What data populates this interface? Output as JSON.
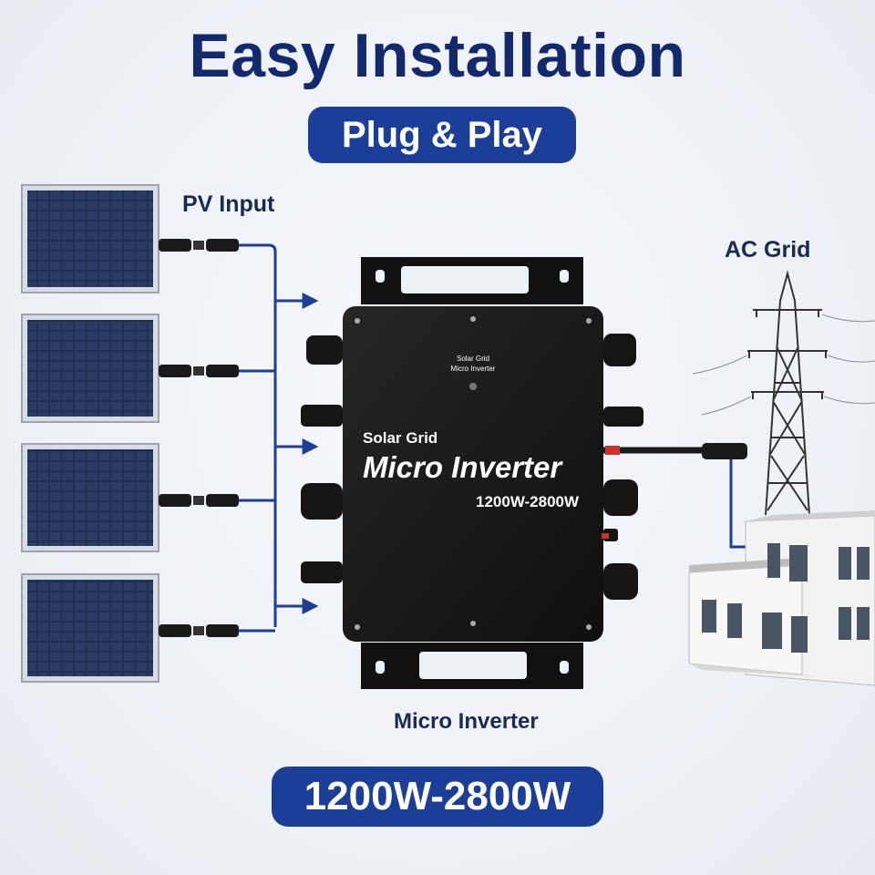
{
  "header": {
    "title": "Easy Installation",
    "subtitle_badge": "Plug & Play"
  },
  "labels": {
    "pv_input": "PV Input",
    "ac_grid": "AC Grid",
    "micro_inverter": "Micro Inverter"
  },
  "device": {
    "small_label_line1": "Solar Grid",
    "small_label_line2": "Micro Inverter",
    "brand_line": "Solar Grid",
    "model_name": "Micro Inverter",
    "power_range": "1200W-2800W"
  },
  "footer": {
    "power_badge": "1200W-2800W"
  },
  "colors": {
    "title": "#13296e",
    "badge": "#1b3f98",
    "wire": "#1d3e96",
    "device": "#141414"
  },
  "panel_count": 4
}
